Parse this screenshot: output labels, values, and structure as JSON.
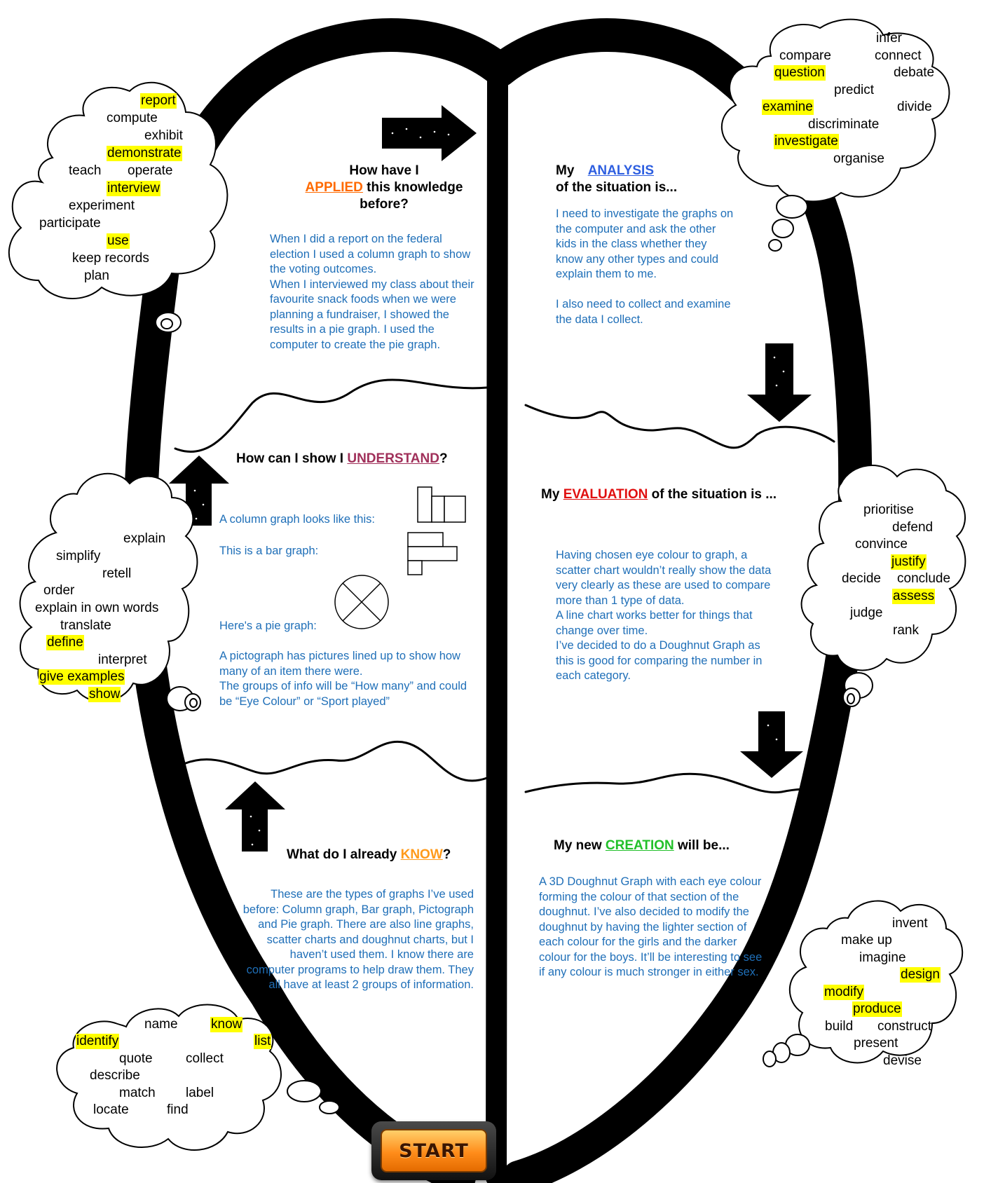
{
  "colors": {
    "body_text": "#1f6fb8",
    "highlight": "#ffff00",
    "applied": "#ff6a00",
    "analysis": "#2e5fe0",
    "understand": "#a0305a",
    "evaluation": "#e01010",
    "know": "#ff9a1a",
    "creation": "#22c02a"
  },
  "clouds": {
    "create": [
      "report",
      "compute",
      "exhibit",
      "demonstrate",
      "teach",
      "operate",
      "interview",
      "experiment",
      "participate",
      "use",
      "keep records",
      "plan"
    ],
    "analyse": [
      "infer",
      "compare",
      "connect",
      "question",
      "debate",
      "predict",
      "examine",
      "divide",
      "discriminate",
      "investigate",
      "organise"
    ],
    "understand": [
      "explain",
      "simplify",
      "retell",
      "order",
      "explain in own words",
      "translate",
      "define",
      "interpret",
      "give examples",
      "show"
    ],
    "evaluate": [
      "prioritise",
      "defend",
      "convince",
      "justify",
      "decide",
      "conclude",
      "assess",
      "judge",
      "rank"
    ],
    "invent": [
      "invent",
      "make up",
      "imagine",
      "design",
      "modify",
      "produce",
      "build",
      "construct",
      "present",
      "devise"
    ],
    "remember": [
      "name",
      "know",
      "identify",
      "list",
      "quote",
      "collect",
      "describe",
      "match",
      "label",
      "locate",
      "find"
    ]
  },
  "sections": {
    "applied": {
      "pre": "How have I",
      "kw": "APPLIED",
      "post": " this knowledge before?",
      "body": "When I did a report on the federal election I used a column graph to show the voting outcomes.\nWhen I interviewed my class about their favourite snack foods when we were planning a fundraiser, I showed the results in a pie graph.  I used the computer to create the pie graph."
    },
    "analysis": {
      "pre": "My ",
      "kw": "ANALYSIS",
      "post": "of the situation is...",
      "body": "I need to investigate the graphs on the computer and ask the other kids in the class whether they know any other types and could explain them to me.\n\nI also need to collect and examine the data I collect."
    },
    "understand": {
      "pre": "How can I show I ",
      "kw": "UNDERSTAND",
      "post": "?",
      "column": "A column graph looks like this:",
      "bar": "This is a bar graph:",
      "pie": "Here's a pie graph:",
      "body": "A pictograph has pictures lined up to show how many of an item there were.\nThe groups of info will be “How many” and could be “Eye Colour” or “Sport played”"
    },
    "evaluation": {
      "pre": "My ",
      "kw": "EVALUATION",
      "post": " of the situation is ...",
      "body": "Having chosen eye colour to graph, a scatter chart wouldn’t really show the data very clearly as these are used to compare more than 1 type of data.\nA line chart works better for things that change over time.\nI’ve decided to do a Doughnut Graph as this is good for comparing the number in each category."
    },
    "know": {
      "pre": "What do I already ",
      "kw": "KNOW",
      "post": "?",
      "body": "These are the types of graphs I’ve used before: Column graph, Bar graph, Pictograph and Pie graph.  There are also line graphs, scatter charts and doughnut charts, but I haven’t used them.  I know there are computer programs to help draw them.  They all have at least 2 groups of information."
    },
    "creation": {
      "pre": "My new ",
      "kw": "CREATION",
      "post": " will be...",
      "body": "A 3D Doughnut Graph with each eye colour forming the colour of that section of the doughnut.  I’ve also decided to modify the doughnut by having the lighter section of each colour for the girls and the darker colour for the boys.  It’ll be interesting to see if any colour is much stronger in either sex."
    }
  },
  "start_label": "START"
}
